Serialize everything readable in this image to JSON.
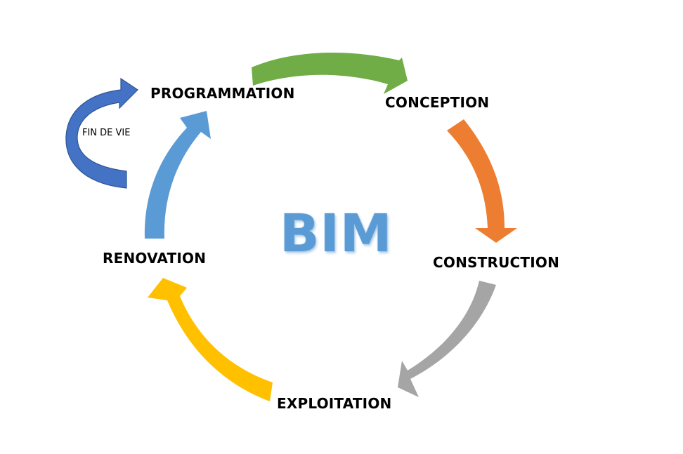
{
  "center": {
    "title": "BIM"
  },
  "stages": {
    "programmation": "PROGRAMMATION",
    "conception": "CONCEPTION",
    "construction": "CONSTRUCTION",
    "exploitation": "EXPLOITATION",
    "renovation": "RENOVATION",
    "fin_de_vie": "FIN DE VIE"
  },
  "colors": {
    "programmation_to_conception": "#70ad47",
    "conception_to_construction": "#ed7d31",
    "construction_to_exploitation": "#a5a5a5",
    "exploitation_to_renovation": "#ffc000",
    "renovation_to_programmation": "#5b9bd5",
    "fin_de_vie_loop": "#4472c4",
    "title": "#5b9bd5"
  }
}
